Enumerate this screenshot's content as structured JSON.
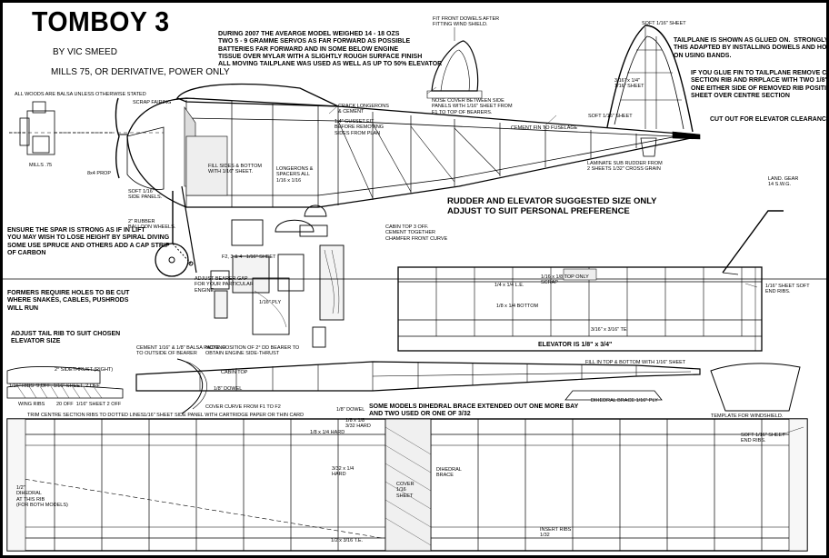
{
  "title": "TOMBOY 3",
  "byline": "BY VIC SMEED",
  "engine": "MILLS 75, OR DERIVATIVE, POWER ONLY",
  "notes": {
    "weights": "DURING 2007 THE AVEARGE MODEL WEIGHED 14 - 18 OZS\nTWO 5 - 9 GRAMME SERVOS AS FAR FORWARD AS POSSIBLE\nBATTERIES FAR FORWARD AND IN SOME BELOW ENGINE\nTISSUE OVER MYLAR WITH A SLIGHTLY ROUGH SURFACE FINISH\nALL MOVING TAILPLANE WAS USED AS WELL AS UP TO 50% ELEVATOR",
    "tailplane": "TAILPLANE IS SHOWN AS GLUED ON.  STRONGLY SUGGEST\nTHIS ADAPTED BY INSTALLING DOWELS AND HOLDING\nON USING BANDS.",
    "fin": "IF YOU GLUE FIN TO TAILPLANE REMOVE CENTRE\nSECTION RIB AND RRPLACE WITH TWO 1/8\" RIBS\nONE EITHER SIDE OF REMOVED RIB POSITION AND\nSHEET OVER CENTRE SECTION",
    "cutout": "CUT OUT FOR ELEVATOR CLEARANCE.",
    "rudder": "RUDDER AND ELEVATOR SUGGESTED SIZE ONLY\nADJUST TO SUIT PERSONAL PREFERENCE",
    "spar": "ENSURE THE SPAR IS STRONG AS IF IN LIFT\nYOU MAY WISH TO LOSE HEIGHT BY SPIRAL DIVING\nSOME USE SPRUCE AND OTHERS ADD A CAP STRIP\nOF CARBON",
    "formers": "FORMERS REQUIRE HOLES TO BE CUT\nWHERE SNAKES, CABLES, PUSHRODS\nWILL RUN",
    "tailrib": "ADJUST TAIL RIB TO SUIT CHOSEN\nELEVATOR SIZE",
    "dihedral": "SOME MODELS DIHEDRAL BRACE EXTENDED OUT ONE MORE BAY\nAND TWO USED OR ONE OF 3/32"
  },
  "labels": {
    "woods": "ALL WOODS ARE BALSA UNLESS OTHERWISE STATED",
    "scrap_fairing": "SCRAP FAIRING",
    "fit_dowels": "FIT FRONT DOWELS AFTER\nFITTING WIND SHIELD.",
    "nose_cover": "NOSE COVER BETWEEN SIDE\nPANELS WITH 1/16\" SHEET FROM\nF1 TO TOP OF BEARERS.",
    "crack_longerons": "CRACK LONGERONS\n& CEMENT",
    "gusset": "1/4\" GUSSET FIT\nBEFORE REMOVING\nSIDES FROM PLAN",
    "cement_fuselage": "CEMENT FIN TO FUSELAGE",
    "fin_sheet_top": "SOFT 1/16\" SHEET",
    "fin_sheet_mid": "SOFT 1/16\" SHEET",
    "fin_dims": "3/16\" x 1/4\"\n1/16\" SHEET",
    "sub_rudder": "LAMINATE SUB RUDDER FROM\n2 SHEETS 1/32\" CROSS GRAIN",
    "landing_gear": "LAND. GEAR\n14 S.W.G.",
    "mills": "MILLS .75",
    "prop": "8x4 PROP",
    "soft_sheet": "SOFT 1/16\"\nSIDE PANELS.",
    "rubber_wheels": "2\" RUBBER\nBALLOON WHEELS.",
    "fill_sides": "FILL SIDES & BOTTOM\nWITH 1/16\" SHEET.",
    "longerons": "LONGERONS &\nSPACERS ALL\n1/16 x 1/16",
    "cabin": "CABIN TOP 3 OFF.\nCEMENT TOGETHER\nCHAMFER FRONT CURVE",
    "formers_row": "F2, 3 & 4   1/16\" SHEET",
    "adjust_bearer": "ADJUST BEARER GAP\nFOR YOUR PARTICULAR\nENGINE",
    "ply": "1/16\" PLY",
    "le": "1/4 x 1/4 L.E.",
    "top_only": "1/16 x 1/8 TOP ONLY\nSCRAP",
    "bottom": "1/8 x 1/4 BOTTOM",
    "te": "3/16\" x 3/16\" TE",
    "elevator": "ELEVATOR IS 1/8\" x 3/4\"",
    "soft_end_ribs_tail": "1/16\" SHEET SOFT\nEND RIBS.",
    "balsa_packing": "CEMENT 1/16\" & 1/8\" BALSA PACKING\nTO OUTSIDE OF BEARER",
    "downthrust": "NOTE: POSITION OF 2° DD BEARER TO\nOBTAIN ENGINE SIDE-THRUST",
    "sidethrust": "2° SIDETHRUST (RIGHT)",
    "cabin_top": "CABIN TOP",
    "dowel": "1/8\" DOWEL",
    "cover_curve": "COVER CURVE FROM F1 TO F2",
    "fill_tail": "FILL IN TOP & BOTTOM WITH 1/16\" SHEET",
    "dihedral_brace": "DIHEDRAL BRACE 1/16\" PLY",
    "windshield": "TEMPLATE FOR WINDSHIELD.",
    "ribs_off": "1/16\" RIBS  9 OFF  1/16\" SHEET  2 OFF",
    "wing_ribs": "WING RIBS",
    "ribs_20": "20 OFF  1/16\" SHEET 2 OFF",
    "trim_ribs": "TRIM CENTRE SECTION RIBS TO DOTTED LINES.",
    "side_panel": "1/16\" SHEET SIDE PANEL WITH CARTRIDGE PAPER OR THIN CARD",
    "dowel2": "1/8\" DOWEL",
    "hard_spar": "1/8 x 1/4 HARD",
    "hard_spar2": "3/32 x 1/4\nHARD",
    "hard_spar3": "1/8 x 1/8\n3/32 HARD",
    "dihedral_brace2": "DIHEDRAL\nBRACE",
    "cover_sheet": "COVER\n1/16\nSHEET",
    "dihedral_rib": "1/2\"\nDIHEDRAL\nAT THIS RIB\n(FOR BOTH MODELS)",
    "soft_end_ribs_wing": "SOFT 1/16\" SHEET\nEND RIBS.",
    "insert_ribs": "INSERT RIBS\n1/32",
    "le_wing": "1/2 x 3/16 T.E."
  }
}
